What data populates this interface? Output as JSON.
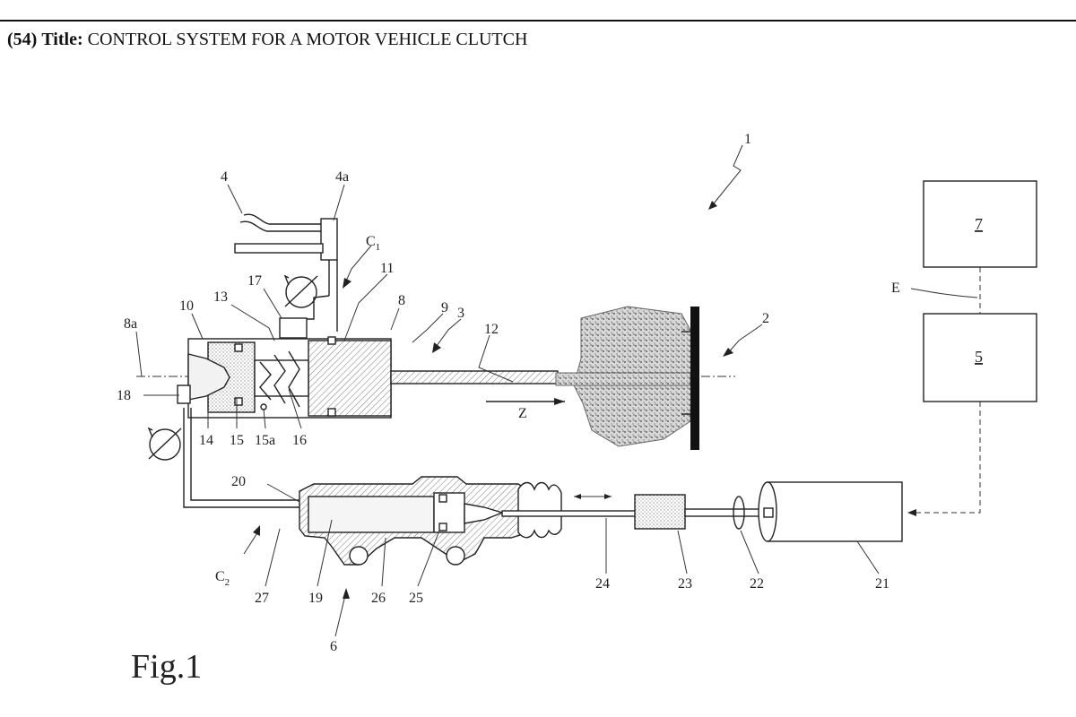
{
  "header": {
    "number": "(54)",
    "label": "Title:",
    "title": "CONTROL SYSTEM FOR A MOTOR VEHICLE CLUTCH"
  },
  "figure": {
    "caption": "Fig.1",
    "labels": {
      "l1": "1",
      "l2": "2",
      "l3": "3",
      "l4": "4",
      "l4a": "4a",
      "l5": "5",
      "l6": "6",
      "l7": "7",
      "l8": "8",
      "l8a": "8a",
      "l9": "9",
      "l10": "10",
      "l11": "11",
      "l12": "12",
      "l13": "13",
      "l14": "14",
      "l15": "15",
      "l15a": "15a",
      "l16": "16",
      "l17": "17",
      "l18": "18",
      "l19": "19",
      "l20": "20",
      "l21": "21",
      "l22": "22",
      "l23": "23",
      "l24": "24",
      "l25": "25",
      "l26": "26",
      "l27": "27",
      "c1": "C",
      "c1sub": "1",
      "c2": "C",
      "c2sub": "2",
      "z": "Z",
      "e": "E"
    }
  }
}
